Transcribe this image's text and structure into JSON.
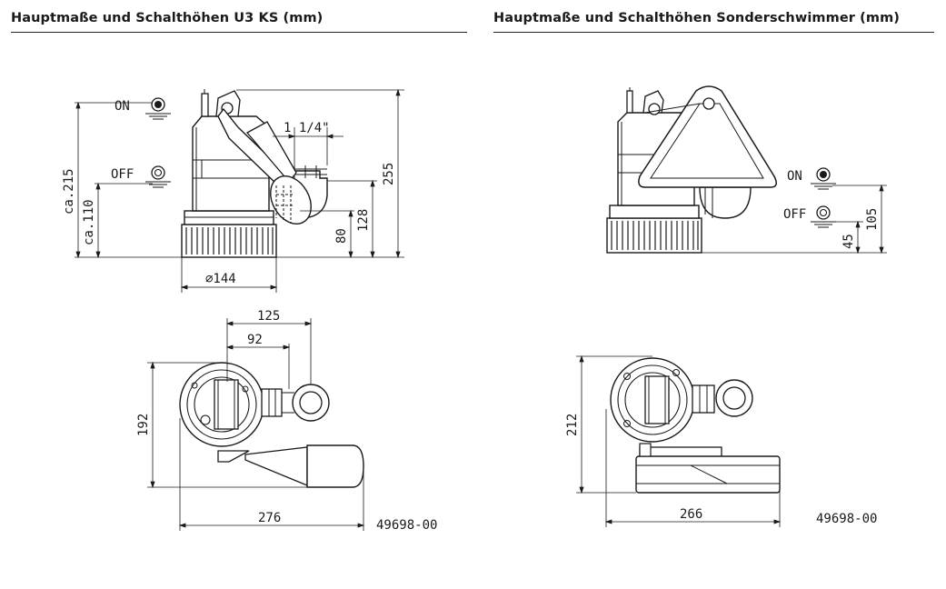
{
  "left": {
    "title": "Hauptmaße und Schalthöhen U3 KS (mm)",
    "on_label": "ON",
    "off_label": "OFF",
    "dim_thread": "1 1/4\"",
    "dim_total_height": "255",
    "dim_128": "128",
    "dim_80": "80",
    "dim_ca215": "ca.215",
    "dim_ca110": "ca.110",
    "dim_diameter": "∅144",
    "dim_125": "125",
    "dim_92": "92",
    "dim_192": "192",
    "dim_276": "276",
    "drawing_no": "49698-00"
  },
  "right": {
    "title": "Hauptmaße und Schalthöhen Sonderschwimmer (mm)",
    "on_label": "ON",
    "off_label": "OFF",
    "dim_105": "105",
    "dim_45": "45",
    "dim_212": "212",
    "dim_266": "266",
    "drawing_no": "49698-00"
  }
}
